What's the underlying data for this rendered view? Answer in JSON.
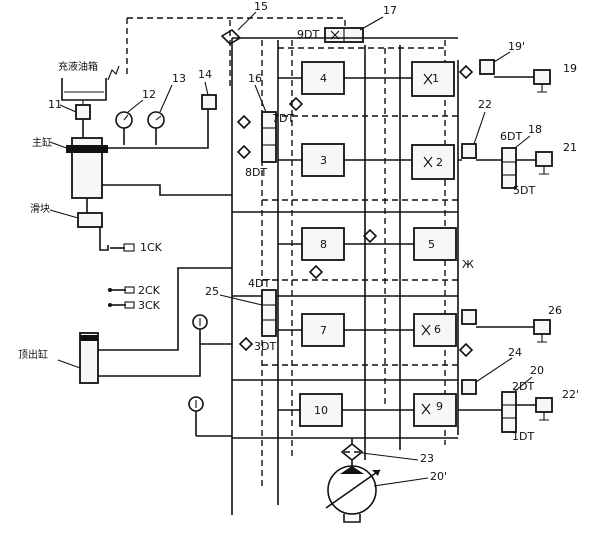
{
  "labels": {
    "charge_tank": "充液油箱",
    "main_cylinder": "主缸",
    "slider": "滑块",
    "ejector_cylinder": "顶出缸",
    "switch_1ck": "1CK",
    "switch_2ck": "2CK",
    "switch_3ck": "3CK"
  },
  "callouts": [
    "11",
    "12",
    "13",
    "14",
    "15",
    "16",
    "17",
    "18",
    "19",
    "19'",
    "20",
    "20'",
    "21",
    "22",
    "22'",
    "23",
    "24",
    "25",
    "26"
  ],
  "solenoids": [
    "1DT",
    "2DT",
    "3DT",
    "4DT",
    "5DT",
    "6DT",
    "7DT",
    "8DT",
    "9DT"
  ],
  "cartridges": [
    "1",
    "2",
    "3",
    "4",
    "5",
    "6",
    "7",
    "8",
    "9",
    "10"
  ],
  "symbols": {
    "spring": "Ж"
  }
}
